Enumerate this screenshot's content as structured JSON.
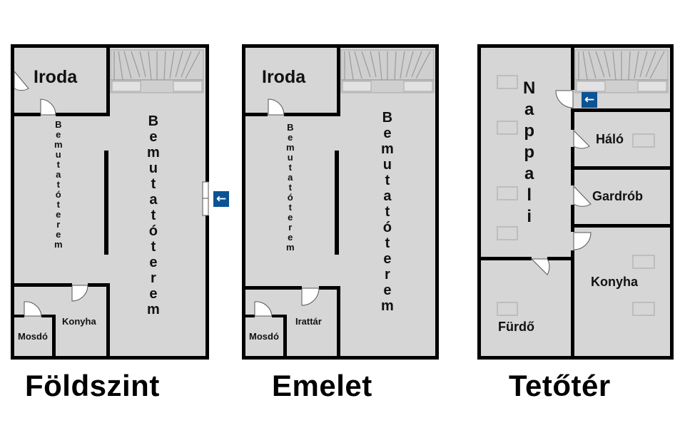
{
  "floors": [
    {
      "title": "Földszint",
      "rooms": {
        "office": "Iroda",
        "hall_left": "Bemutatóterem",
        "hall_right": "Bemutatóterem",
        "kitchen": "Konyha",
        "washroom": "Mosdó"
      }
    },
    {
      "title": "Emelet",
      "rooms": {
        "office": "Iroda",
        "hall_left": "Bemutatóterem",
        "hall_right": "Bemutatóterem",
        "archive": "Irattár",
        "washroom": "Mosdó"
      }
    },
    {
      "title": "Tetőtér",
      "rooms": {
        "living": "Nappali",
        "bedroom": "Háló",
        "wardrobe": "Gardrób",
        "kitchen": "Konyha",
        "bathroom": "Fürdő"
      }
    }
  ],
  "entry_icon": "arrow-left-icon",
  "colors": {
    "wall": "#000000",
    "floor": "#d6d6d6",
    "stairs": "#cfcfcf",
    "entry_badge": "#0b5394"
  }
}
